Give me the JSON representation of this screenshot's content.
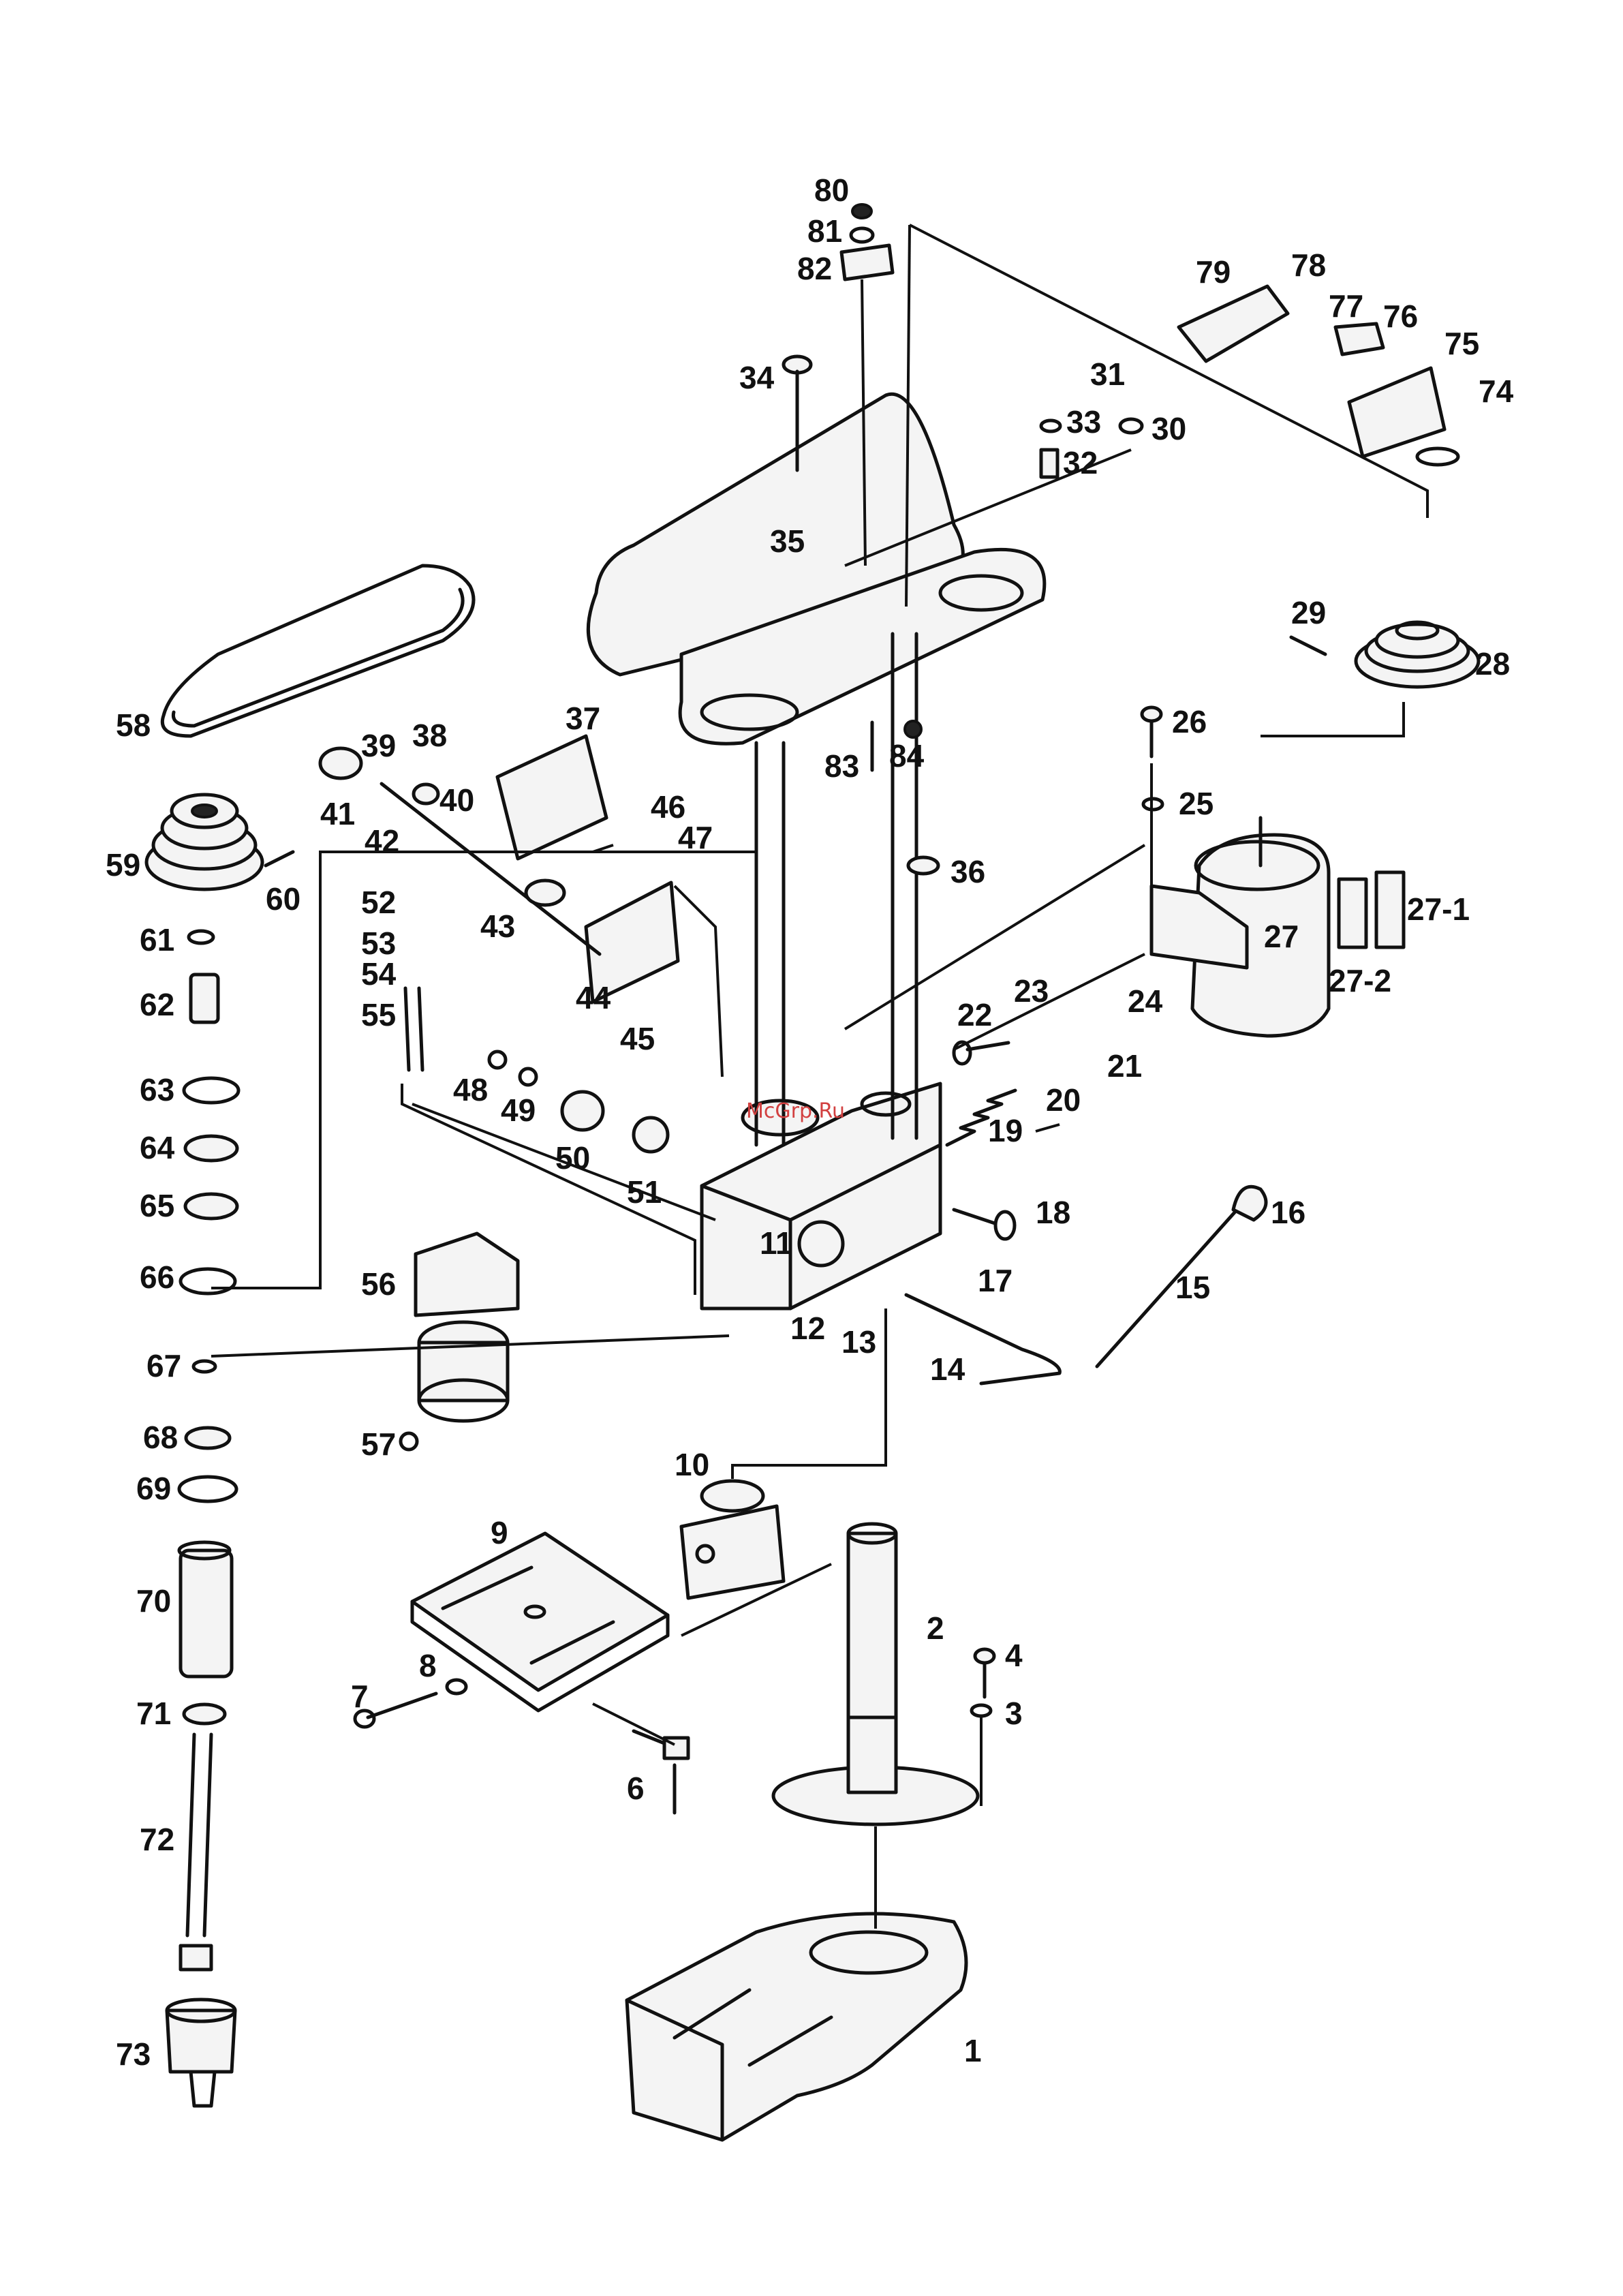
{
  "watermark": "McGrp.Ru",
  "callouts": [
    "1",
    "2",
    "3",
    "4",
    "6",
    "7",
    "8",
    "9",
    "10",
    "11",
    "12",
    "13",
    "14",
    "15",
    "16",
    "17",
    "18",
    "19",
    "20",
    "21",
    "22",
    "23",
    "24",
    "25",
    "26",
    "27",
    "27-1",
    "27-2",
    "28",
    "29",
    "30",
    "31",
    "32",
    "33",
    "34",
    "35",
    "36",
    "37",
    "38",
    "39",
    "40",
    "41",
    "42",
    "43",
    "44",
    "45",
    "46",
    "47",
    "48",
    "49",
    "50",
    "51",
    "52",
    "53",
    "54",
    "55",
    "56",
    "57",
    "58",
    "59",
    "60",
    "61",
    "62",
    "63",
    "64",
    "65",
    "66",
    "67",
    "68",
    "69",
    "70",
    "71",
    "72",
    "73",
    "74",
    "75",
    "76",
    "77",
    "78",
    "79",
    "80",
    "81",
    "82",
    "83",
    "84"
  ]
}
